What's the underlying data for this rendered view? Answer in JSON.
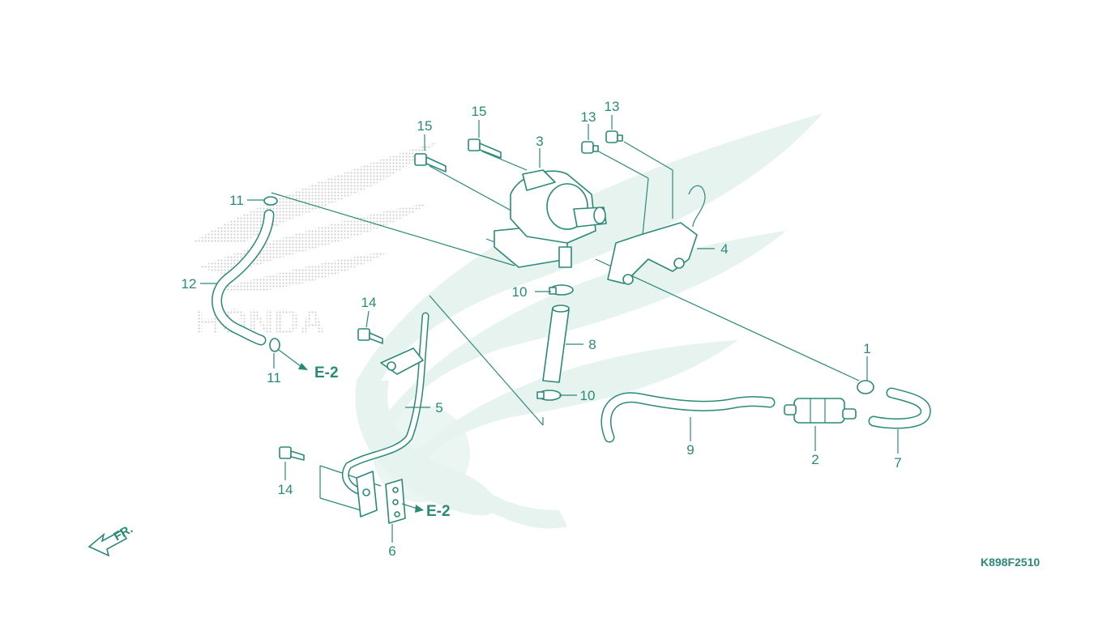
{
  "diagram": {
    "code": "K898F2510",
    "direction_label": "FR.",
    "ref_labels": [
      "E-2",
      "E-2"
    ],
    "callouts": [
      {
        "id": "c1",
        "text": "1"
      },
      {
        "id": "c2",
        "text": "2"
      },
      {
        "id": "c3",
        "text": "3"
      },
      {
        "id": "c4",
        "text": "4"
      },
      {
        "id": "c5",
        "text": "5"
      },
      {
        "id": "c6",
        "text": "6"
      },
      {
        "id": "c7",
        "text": "7"
      },
      {
        "id": "c8",
        "text": "8"
      },
      {
        "id": "c9",
        "text": "9"
      },
      {
        "id": "c10a",
        "text": "10"
      },
      {
        "id": "c10b",
        "text": "10"
      },
      {
        "id": "c11a",
        "text": "11"
      },
      {
        "id": "c11b",
        "text": "11"
      },
      {
        "id": "c12",
        "text": "12"
      },
      {
        "id": "c13a",
        "text": "13"
      },
      {
        "id": "c13b",
        "text": "13"
      },
      {
        "id": "c14a",
        "text": "14"
      },
      {
        "id": "c14b",
        "text": "14"
      },
      {
        "id": "c15a",
        "text": "15"
      },
      {
        "id": "c15b",
        "text": "15"
      }
    ],
    "watermark_text": "HONDA",
    "colors": {
      "ink": "#2a8a78",
      "watermark": "#e6f3ef",
      "logo_grey": "#d9d9d9"
    }
  }
}
